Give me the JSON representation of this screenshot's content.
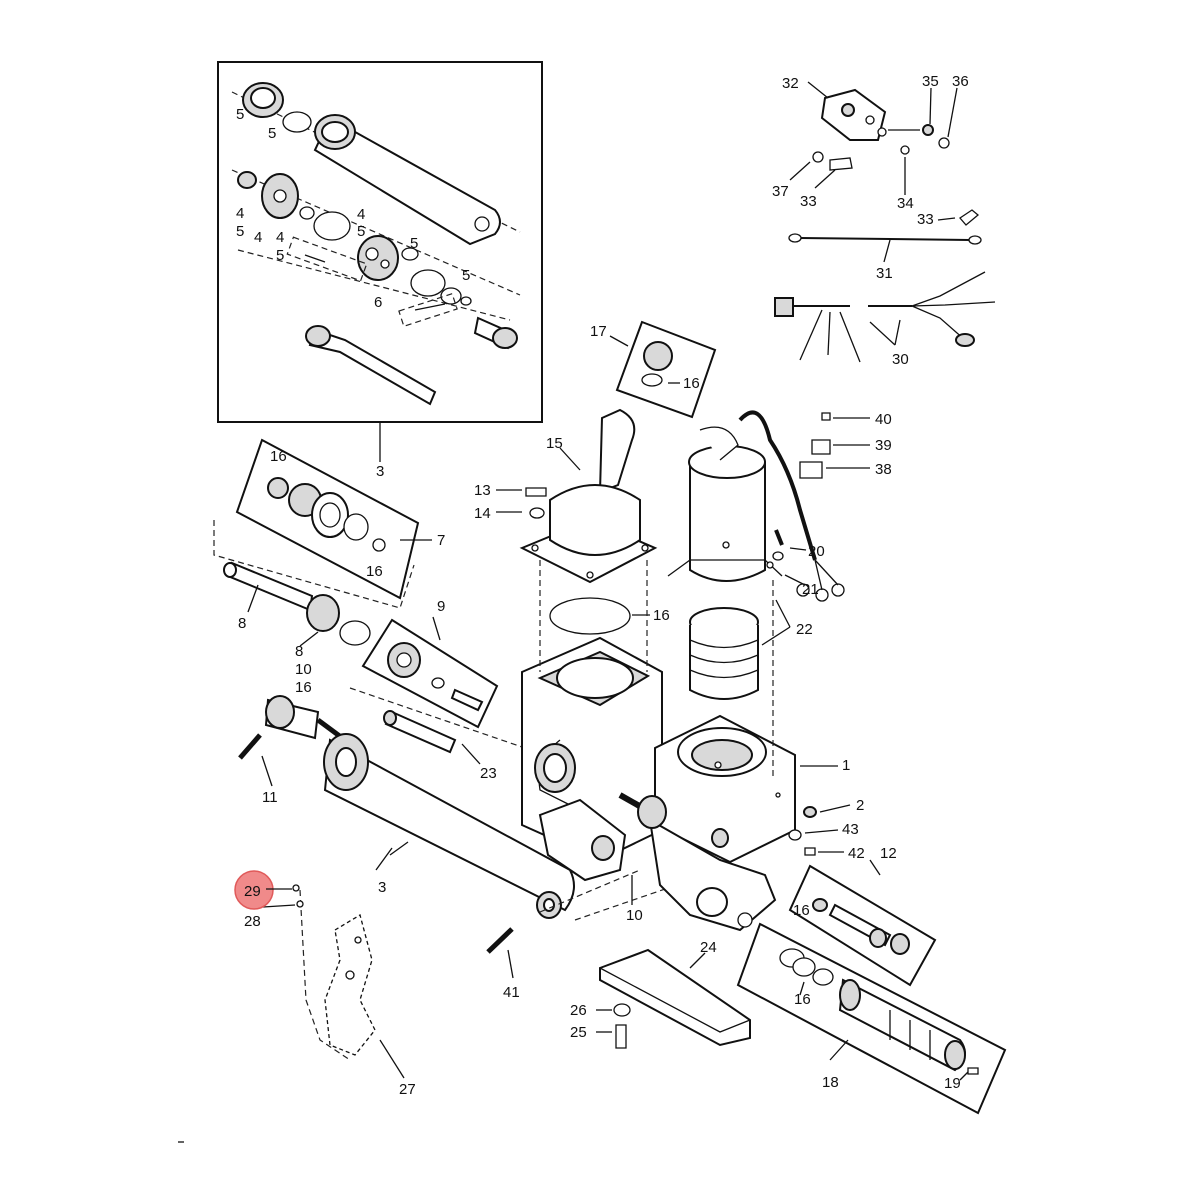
{
  "diagram": {
    "highlighted_part": "29",
    "highlight_color": "#f08a8a",
    "callouts": [
      "1",
      "2",
      "3",
      "3",
      "4",
      "4",
      "4",
      "5",
      "5",
      "5",
      "5",
      "5",
      "5",
      "6",
      "7",
      "8",
      "8",
      "9",
      "10",
      "10",
      "11",
      "12",
      "13",
      "14",
      "15",
      "16",
      "16",
      "16",
      "16",
      "16",
      "16",
      "16",
      "16",
      "17",
      "18",
      "19",
      "20",
      "21",
      "22",
      "23",
      "24",
      "25",
      "26",
      "27",
      "28",
      "29",
      "30",
      "31",
      "32",
      "33",
      "33",
      "34",
      "35",
      "36",
      "37",
      "38",
      "39",
      "40",
      "41",
      "42",
      "43"
    ]
  }
}
